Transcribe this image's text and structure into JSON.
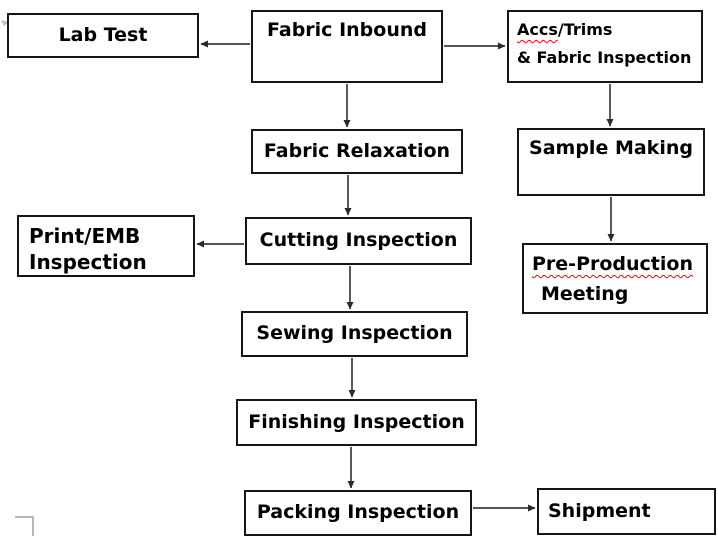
{
  "diagram": {
    "type": "flowchart",
    "nodes": {
      "lab_test": {
        "label": "Lab Test"
      },
      "fabric_inbound": {
        "label": "Fabric Inbound"
      },
      "accs_trims": {
        "line1_misspelled": "Accs",
        "line1_rest": "/Trims",
        "line2": "& Fabric Inspection"
      },
      "fabric_relaxation": {
        "label": "Fabric Relaxation"
      },
      "sample_making": {
        "label": "Sample Making"
      },
      "print_emb": {
        "line1": "Print/EMB",
        "line2": "Inspection"
      },
      "cutting_inspection": {
        "label": "Cutting Inspection"
      },
      "pre_production": {
        "line1_misspelled": "Pre-Production",
        "line2": "Meeting"
      },
      "sewing_inspection": {
        "label": "Sewing Inspection"
      },
      "finishing_inspection": {
        "label": "Finishing Inspection"
      },
      "packing_inspection": {
        "label": "Packing Inspection"
      },
      "shipment": {
        "label": "Shipment"
      }
    },
    "edges": [
      {
        "from": "Fabric Inbound",
        "to": "Lab Test"
      },
      {
        "from": "Fabric Inbound",
        "to": "Accs/Trims & Fabric Inspection"
      },
      {
        "from": "Fabric Inbound",
        "to": "Fabric Relaxation"
      },
      {
        "from": "Accs/Trims & Fabric Inspection",
        "to": "Sample Making"
      },
      {
        "from": "Sample Making",
        "to": "Pre-Production Meeting"
      },
      {
        "from": "Fabric Relaxation",
        "to": "Cutting Inspection"
      },
      {
        "from": "Cutting Inspection",
        "to": "Print/EMB Inspection"
      },
      {
        "from": "Cutting Inspection",
        "to": "Sewing Inspection"
      },
      {
        "from": "Sewing Inspection",
        "to": "Finishing Inspection"
      },
      {
        "from": "Finishing Inspection",
        "to": "Packing Inspection"
      },
      {
        "from": "Packing Inspection",
        "to": "Shipment"
      }
    ],
    "colors": {
      "background": "#ffffff",
      "box_border": "#161616",
      "text": "#000000",
      "arrow": "#3d3d3d",
      "spellcheck_underline": "#ff0000",
      "page_corner_mark": "#b9b9b9"
    }
  }
}
